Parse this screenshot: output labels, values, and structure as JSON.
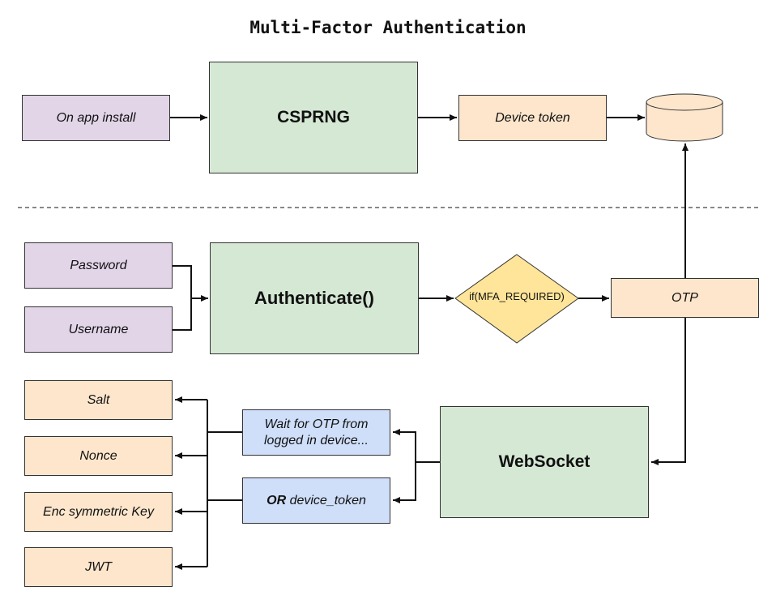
{
  "title": "Multi-Factor Authentication",
  "top_section": {
    "on_app_install": "On app install",
    "csprng": "CSPRNG",
    "device_token": "Device token"
  },
  "auth_section": {
    "password": "Password",
    "username": "Username",
    "authenticate": "Authenticate()",
    "condition": "if(MFA_REQUIRED)",
    "otp": "OTP",
    "websocket": "WebSocket",
    "wait_for_otp": "Wait for OTP from logged in device...",
    "or_prefix": "OR",
    "device_token_option": "device_token"
  },
  "outputs": [
    "Salt",
    "Nonce",
    "Enc symmetric Key",
    "JWT"
  ],
  "colors": {
    "input_fill": "#e1d5e7",
    "process_fill": "#d5e8d4",
    "data_fill": "#fde6cc",
    "decision_fill": "#ffe599",
    "option_fill": "#cfdff9"
  }
}
